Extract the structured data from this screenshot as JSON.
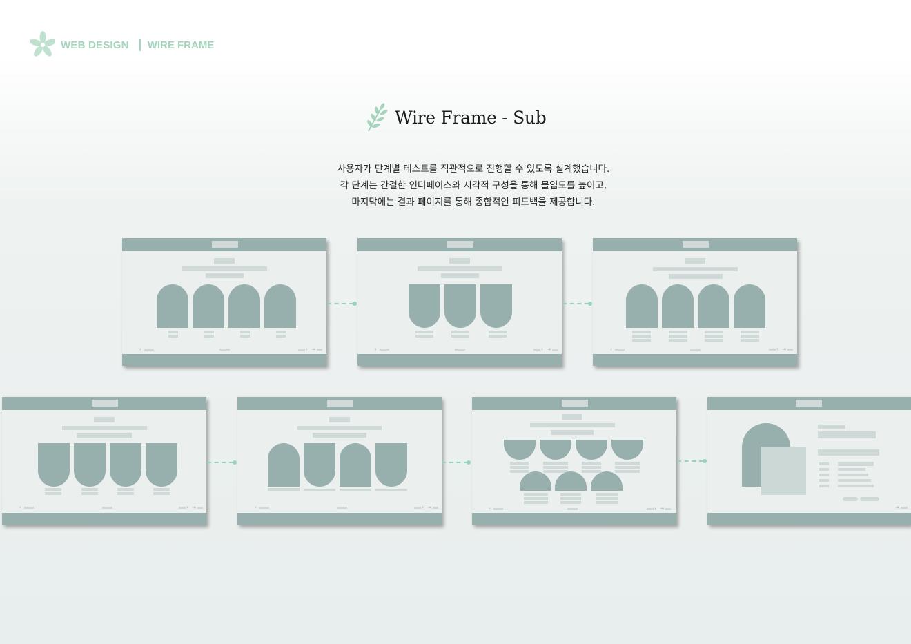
{
  "brand": {
    "left": "WEB DESIGN",
    "right": "WIRE FRAME",
    "icon": "flower-icon",
    "accent": "#a6d5bd"
  },
  "title": {
    "text": "Wire Frame - Sub",
    "icon": "leaf-branch-icon"
  },
  "description": [
    "사용자가 단계별 테스트를 직관적으로 진행할 수 있도록 설계했습니다.",
    "각 단계는 간결한 인터페이스와 시각적 구성을 통해 몰입도를 높이고,",
    "마지막에는 결과 페이지를 통해 종합적인 피드백을 제공합니다."
  ],
  "colors": {
    "frame_bar": "#97afad",
    "frame_bg": "#ebefee",
    "placeholder": "#cfd9d8",
    "connector": "#97d3bb"
  }
}
